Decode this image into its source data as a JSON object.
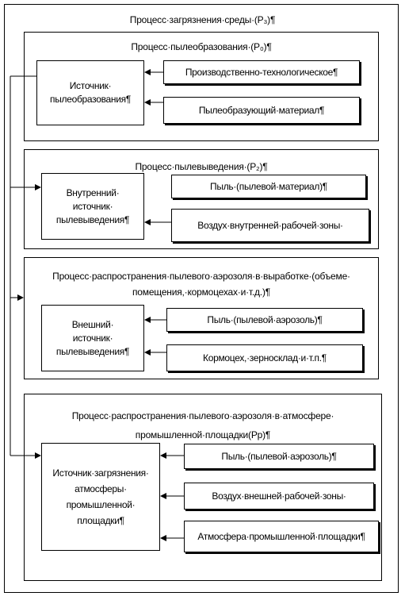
{
  "title": "Процесс·загрязнения·среды·(Р₃)¶",
  "stages": [
    {
      "title": "Процесс·пылеобразования·(Р₀)¶",
      "source": "Источник·\nпылеобразования¶",
      "inputs": [
        "Производственно-технологическое¶",
        "Пылеобразующий·материал¶"
      ]
    },
    {
      "title": "Процесс·пылевыведения·(Р₂)¶",
      "source": "Внутренний·\nисточник·\nпылевыведения¶",
      "inputs": [
        "Пыль·(пылевой·материал)¶",
        "Воздух·внутренней·рабочей·зоны·"
      ]
    },
    {
      "title": "Процесс·распространения·пылевого·аэрозоля·в·выработке·(объеме·\nпомещения,·кормоцехах·и·т.д.)¶",
      "source": "Внешний·\nисточник·\nпылевыведения¶",
      "inputs": [
        "Пыль·(пылевой·аэрозоль)¶",
        "Кормоцех,·зерносклад·и·т.п.¶"
      ]
    },
    {
      "title": "Процесс·распространения·пылевого·аэрозоля·в·атмосфере·\nпромышленной·площадки(Рр)¶",
      "source": "Источник·загрязнения·\nатмосферы·\nпромышленной·\nплощадки¶",
      "inputs": [
        "Пыль·(пылевой·аэрозоль)¶",
        "Воздух·внешней·рабочей·зоны·",
        "Атмосфера·промышленной·площадки¶"
      ]
    }
  ]
}
